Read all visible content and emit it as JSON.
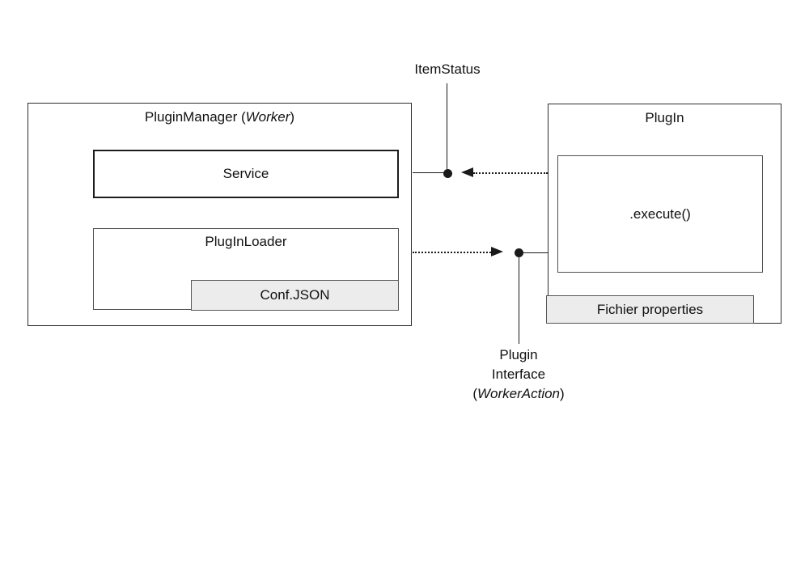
{
  "colors": {
    "bg": "#ffffff",
    "text": "#111111",
    "line": "#1a1a1a",
    "box_border": "#2e2e2e",
    "inner_border": "#4f4f4f",
    "thick_border": "#1c1c1c",
    "gray_fill": "#ececec",
    "gray_border": "#565656"
  },
  "plugin_manager": {
    "title": {
      "pre": "PluginManager (",
      "italic": "Worker",
      "post": ")"
    },
    "service": "Service",
    "loader": "PlugInLoader",
    "conf": "Conf.JSON"
  },
  "plugin": {
    "title": "PlugIn",
    "execute": ".execute()",
    "fichier": "Fichier properties"
  },
  "connectors": {
    "item_status": "ItemStatus",
    "plugin_interface": {
      "line1": "Plugin",
      "line2": "Interface",
      "line3_pre": "(",
      "line3_italic": "WorkerAction",
      "line3_post": ")"
    }
  }
}
